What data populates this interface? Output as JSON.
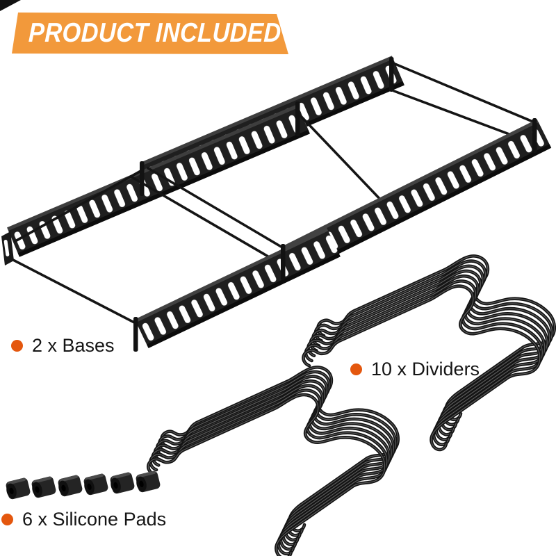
{
  "banner": {
    "title": "PRODUCT INCLUDED"
  },
  "items": [
    {
      "name": "bases",
      "label": "2 x Bases"
    },
    {
      "name": "dividers",
      "label": "10 x Dividers"
    },
    {
      "name": "silicone-pads",
      "label": "6 x Silicone Pads"
    }
  ],
  "colors": {
    "banner_bg": "#F2993B",
    "banner_text": "#FFFFFF",
    "bullet": "#E4570E",
    "product": "#1C1C1C",
    "page_bg": "#FFFFFF"
  }
}
